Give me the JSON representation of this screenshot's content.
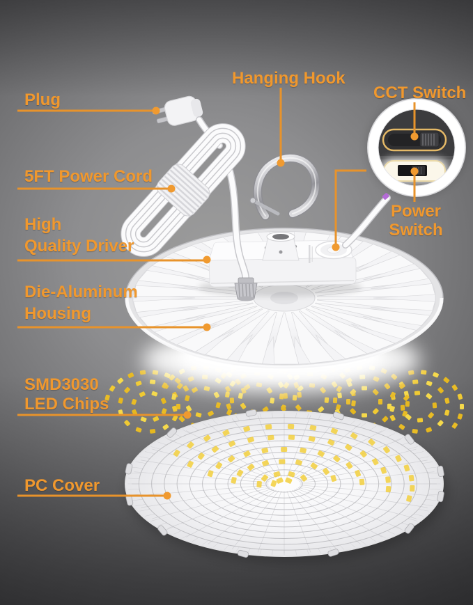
{
  "diagram": {
    "kind": "labeled-product-parts-diagram"
  },
  "callouts": {
    "plug": {
      "label": "Plug"
    },
    "power_cord": {
      "label": "5FT Power Cord"
    },
    "hanging_hook": {
      "label": "Hanging Hook"
    },
    "cct_switch": {
      "label": "CCT Switch"
    },
    "power_switch": {
      "line1": "Power",
      "line2": "Switch"
    },
    "driver": {
      "line1": "High",
      "line2": "Quality Driver"
    },
    "housing": {
      "line1": "Die-Aluminum",
      "line2": "Housing"
    },
    "led_chips": {
      "line1": "SMD3030",
      "line2": "LED Chips"
    },
    "pc_cover": {
      "label": "PC Cover"
    }
  },
  "colors": {
    "label_orange": "#F0982E",
    "leader_orange": "#E8932B",
    "dot_orange": "#F09A30",
    "chip_colors": [
      "#E9BC25",
      "#F0CA33",
      "#F5D94B",
      "#E6B81F"
    ],
    "cover_chip": "#F2CF3D",
    "cct_outline_gold": "#E5B967",
    "wire_band_purple": "#B46BD6",
    "background_center": "#9C9C9C",
    "background_edge": "#2E2E30"
  }
}
